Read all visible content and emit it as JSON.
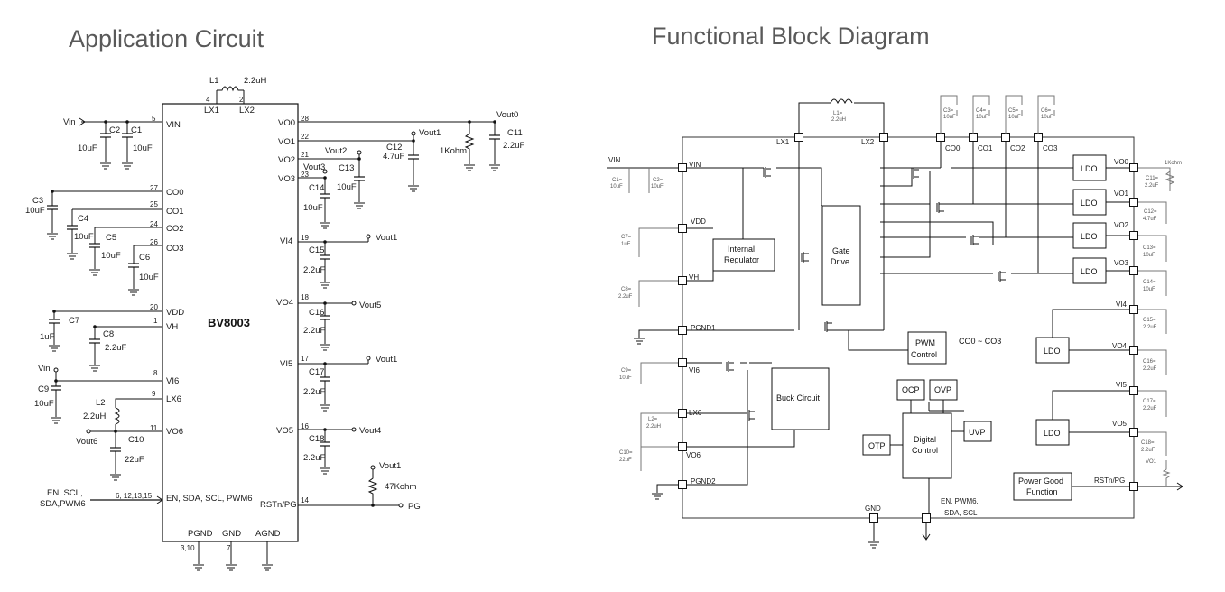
{
  "titles": {
    "left": "Application Circuit",
    "right": "Functional Block Diagram"
  },
  "app": {
    "chip_name": "BV8003",
    "inductor1": {
      "name": "L1",
      "value": "2.2uH",
      "pin_a": "4",
      "pin_b": "2",
      "lx1": "LX1",
      "lx2": "LX2"
    },
    "left_pins": [
      {
        "num": "5",
        "name": "VIN"
      },
      {
        "num": "27",
        "name": "CO0"
      },
      {
        "num": "25",
        "name": "CO1"
      },
      {
        "num": "24",
        "name": "CO2"
      },
      {
        "num": "26",
        "name": "CO3"
      },
      {
        "num": "20",
        "name": "VDD"
      },
      {
        "num": "1",
        "name": "VH"
      },
      {
        "num": "8",
        "name": "VI6"
      },
      {
        "num": "9",
        "name": "LX6"
      },
      {
        "num": "11",
        "name": "VO6"
      },
      {
        "num": "6, 12,13,15",
        "name": "EN, SDA, SCL, PWM6"
      }
    ],
    "right_pins": [
      {
        "num": "28",
        "name": "VO0"
      },
      {
        "num": "22",
        "name": "VO1"
      },
      {
        "num": "21",
        "name": "VO2"
      },
      {
        "num": "23",
        "name": "VO3"
      },
      {
        "num": "19",
        "name": "VI4"
      },
      {
        "num": "18",
        "name": "VO4"
      },
      {
        "num": "17",
        "name": "VI5"
      },
      {
        "num": "16",
        "name": "VO5"
      },
      {
        "num": "14",
        "name": "RSTn/PG"
      }
    ],
    "bottom_pins": [
      {
        "num": "3,10",
        "name": "PGND"
      },
      {
        "num": "7",
        "name": "GND"
      },
      {
        "num": "",
        "name": "AGND"
      }
    ],
    "labels": {
      "vin": "Vin",
      "vin2": "Vin",
      "vout0": "Vout0",
      "vout1a": "Vout1",
      "vout2": "Vout2",
      "vout3": "Vout3",
      "vout1b": "Vout1",
      "vout5": "Vout5",
      "vout1c": "Vout1",
      "vout4": "Vout4",
      "vout1d": "Vout1",
      "vout6": "Vout6",
      "pg": "PG",
      "en": "EN, SCL,",
      "sda": "SDA,PWM6",
      "res": "47Kohm",
      "res1k": "1Kohm"
    },
    "caps": {
      "c2": "C2",
      "c2v": "10uF",
      "c1": "C1",
      "c1v": "10uF",
      "c3": "C3",
      "c3v": "10uF",
      "c4": "C4",
      "c4v": "10uF",
      "c5": "C5",
      "c5v": "10uF",
      "c6": "C6",
      "c6v": "10uF",
      "c7": "C7",
      "c7v": "1uF",
      "c8": "C8",
      "c8v": "2.2uF",
      "c9": "C9",
      "c9v": "10uF",
      "l2": "L2",
      "l2v": "2.2uH",
      "c10": "C10",
      "c10v": "22uF",
      "c11": "C11",
      "c11v": "2.2uF",
      "c12": "C12",
      "c12v": "4.7uF",
      "c13": "C13",
      "c13v": "10uF",
      "c14": "C14",
      "c14v": "10uF",
      "c15": "C15",
      "c15v": "2.2uF",
      "c16": "C16",
      "c16v": "2.2uF",
      "c17": "C17",
      "c17v": "2.2uF",
      "c18": "C18",
      "c18v": "2.2uF"
    }
  },
  "block": {
    "pins_left": [
      "VIN",
      "VDD",
      "VH",
      "PGND1",
      "VI6",
      "LX6",
      "VO6",
      "PGND2"
    ],
    "pins_top": [
      "LX1",
      "LX2",
      "CO0",
      "CO1",
      "CO2",
      "CO3"
    ],
    "pins_right": [
      "VO0",
      "VO1",
      "VO2",
      "VO3",
      "VI4",
      "VO4",
      "VI5",
      "VO5",
      "RSTn/PG"
    ],
    "gnd": "GND",
    "en_pins": "EN, PWM6,",
    "sda_scl": "SDA, SCL",
    "blocks": {
      "internal_regulator_1": "Internal",
      "internal_regulator_2": "Regulator",
      "gate_1": "Gate",
      "gate_2": "Drive",
      "pwm_1": "PWM",
      "pwm_2": "Control",
      "co_range": "CO0 ~ CO3",
      "buck": "Buck Circuit",
      "ocp": "OCP",
      "ovp": "OVP",
      "otp": "OTP",
      "uvp": "UVP",
      "digital_1": "Digital",
      "digital_2": "Control",
      "pg_1": "Power Good",
      "pg_2": "Function",
      "ldo": "LDO"
    },
    "small": {
      "vin": "VIN",
      "l1": "L1=",
      "l1v": "2.2uH",
      "c1": "C1=",
      "c1v": "10uF",
      "c2": "C2=",
      "c2v": "10uF",
      "c7": "C7=",
      "c7v": "1uF",
      "c8": "C8=",
      "c8v": "2.2uF",
      "c9": "C9=",
      "c9v": "10uF",
      "l2": "L2=",
      "l2v": "2.2uH",
      "c10": "C10=",
      "c10v": "22uF",
      "c3": "C3=",
      "c3v": "10uF",
      "c4": "C4=",
      "c4v": "10uF",
      "c5": "C5=",
      "c5v": "10uF",
      "c6": "C6=",
      "c6v": "10uF",
      "r1k": "1Kohm",
      "c11": "C11=",
      "c11v": "2.2uF",
      "c12": "C12=",
      "c12v": "4.7uF",
      "c13": "C13=",
      "c13v": "10uF",
      "c14": "C14=",
      "c14v": "10uF",
      "c15": "C15=",
      "c15v": "2.2uF",
      "c16": "C16=",
      "c16v": "2.2uF",
      "c17": "C17=",
      "c17v": "2.2uF",
      "c18": "C18=",
      "c18v": "2.2uF",
      "vo1": "VO1"
    }
  }
}
